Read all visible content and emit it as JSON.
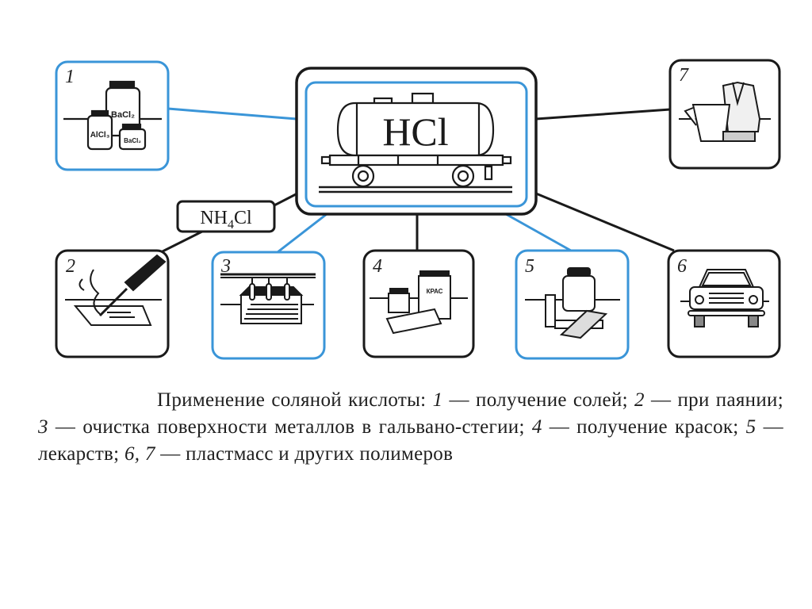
{
  "colors": {
    "blue": "#3a95d8",
    "black": "#1a1a1a",
    "background": "#ffffff"
  },
  "center": {
    "formula": "HCl",
    "icon": "tank-car-icon"
  },
  "label_box": {
    "formula_main": "NH",
    "formula_sub": "4",
    "formula_tail": "Cl"
  },
  "boxes": [
    {
      "number": "1",
      "border": "blue",
      "icon": "salt-jars-icon",
      "jar_labels": [
        "BaCl₂",
        "AlCl₃",
        "BaCl₂"
      ]
    },
    {
      "number": "2",
      "border": "black",
      "icon": "soldering-iron-icon"
    },
    {
      "number": "3",
      "border": "blue",
      "icon": "electroplating-bath-icon"
    },
    {
      "number": "4",
      "border": "black",
      "icon": "paint-cans-icon",
      "can_label": "КРАС"
    },
    {
      "number": "5",
      "border": "blue",
      "icon": "medicine-icon"
    },
    {
      "number": "6",
      "border": "black",
      "icon": "car-icon"
    },
    {
      "number": "7",
      "border": "black",
      "icon": "plastic-goods-icon"
    }
  ],
  "caption": {
    "title": "Применение соляной кислоты:",
    "items": [
      {
        "num": "1",
        "text": "получение солей;"
      },
      {
        "num": "2",
        "text": "при паянии;"
      },
      {
        "num": "3",
        "text": "очистка поверхности металлов в гальвано-стегии;"
      },
      {
        "num": "4",
        "text": "получение красок;"
      },
      {
        "num": "5",
        "text": "лекарств;"
      },
      {
        "num": "6, 7",
        "text": "пластмасс и других полимеров"
      }
    ],
    "dash": "—"
  }
}
